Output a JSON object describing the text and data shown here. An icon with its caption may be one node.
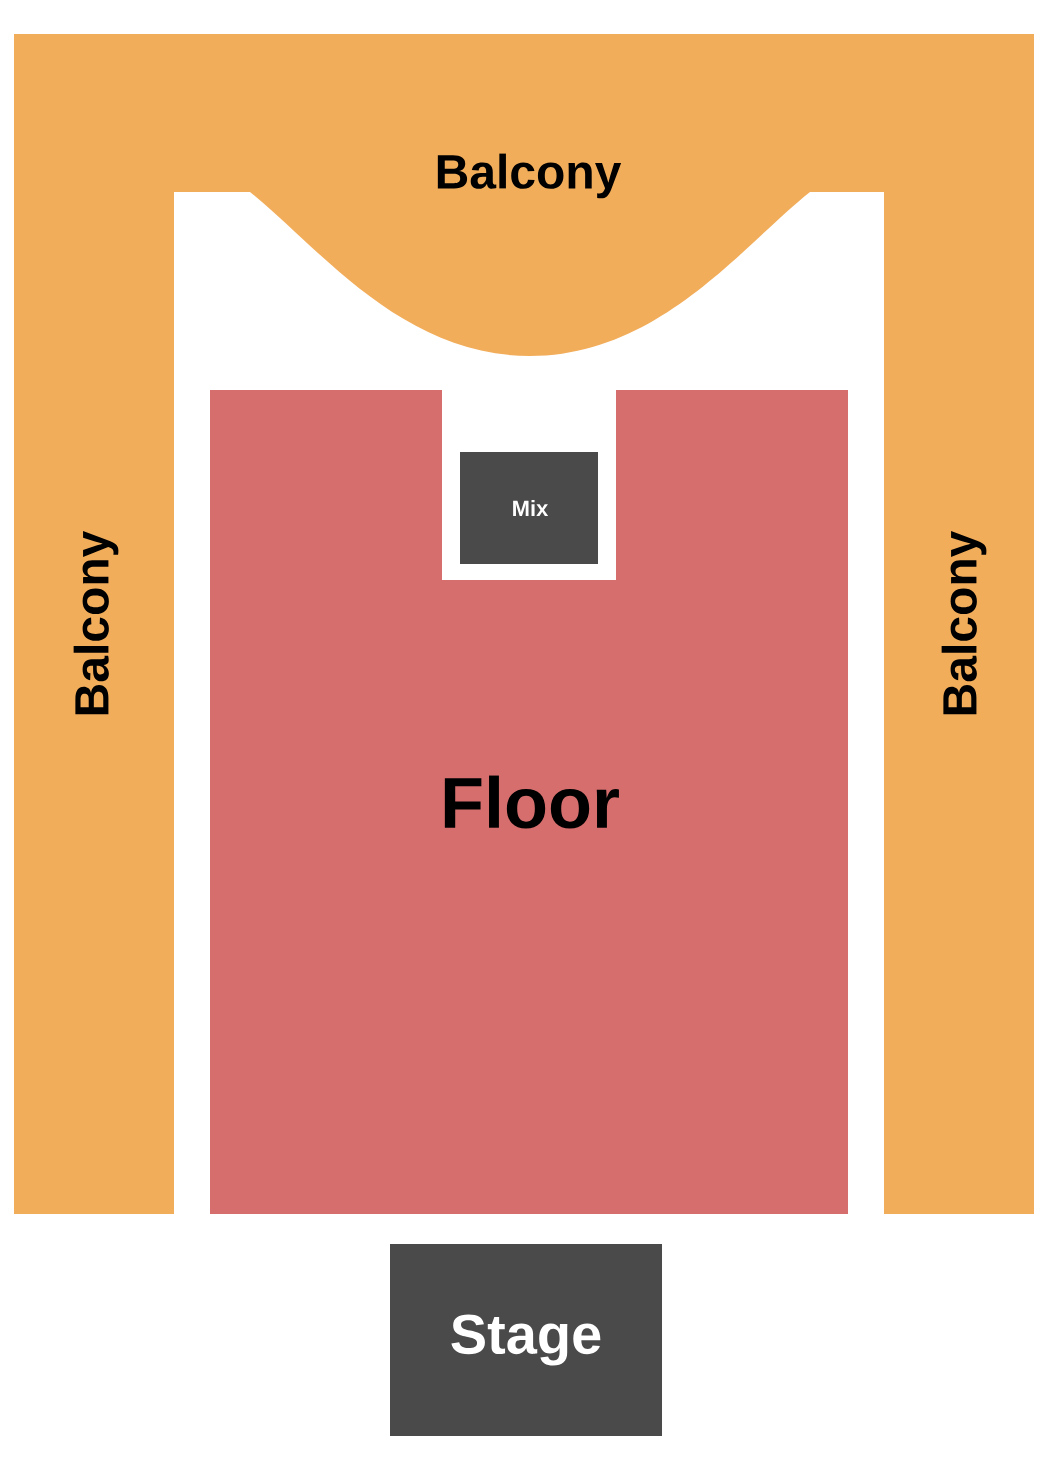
{
  "diagram": {
    "nodes": [
      {
        "text": [
          "Balcony"
        ]
      },
      {
        "text": [
          "Balcony"
        ]
      },
      {
        "text": [
          "Balcony"
        ]
      },
      {
        "text": [
          "Floor"
        ]
      },
      {
        "text": [
          "Mix"
        ]
      },
      {
        "text": [
          "Stage"
        ]
      }
    ]
  }
}
